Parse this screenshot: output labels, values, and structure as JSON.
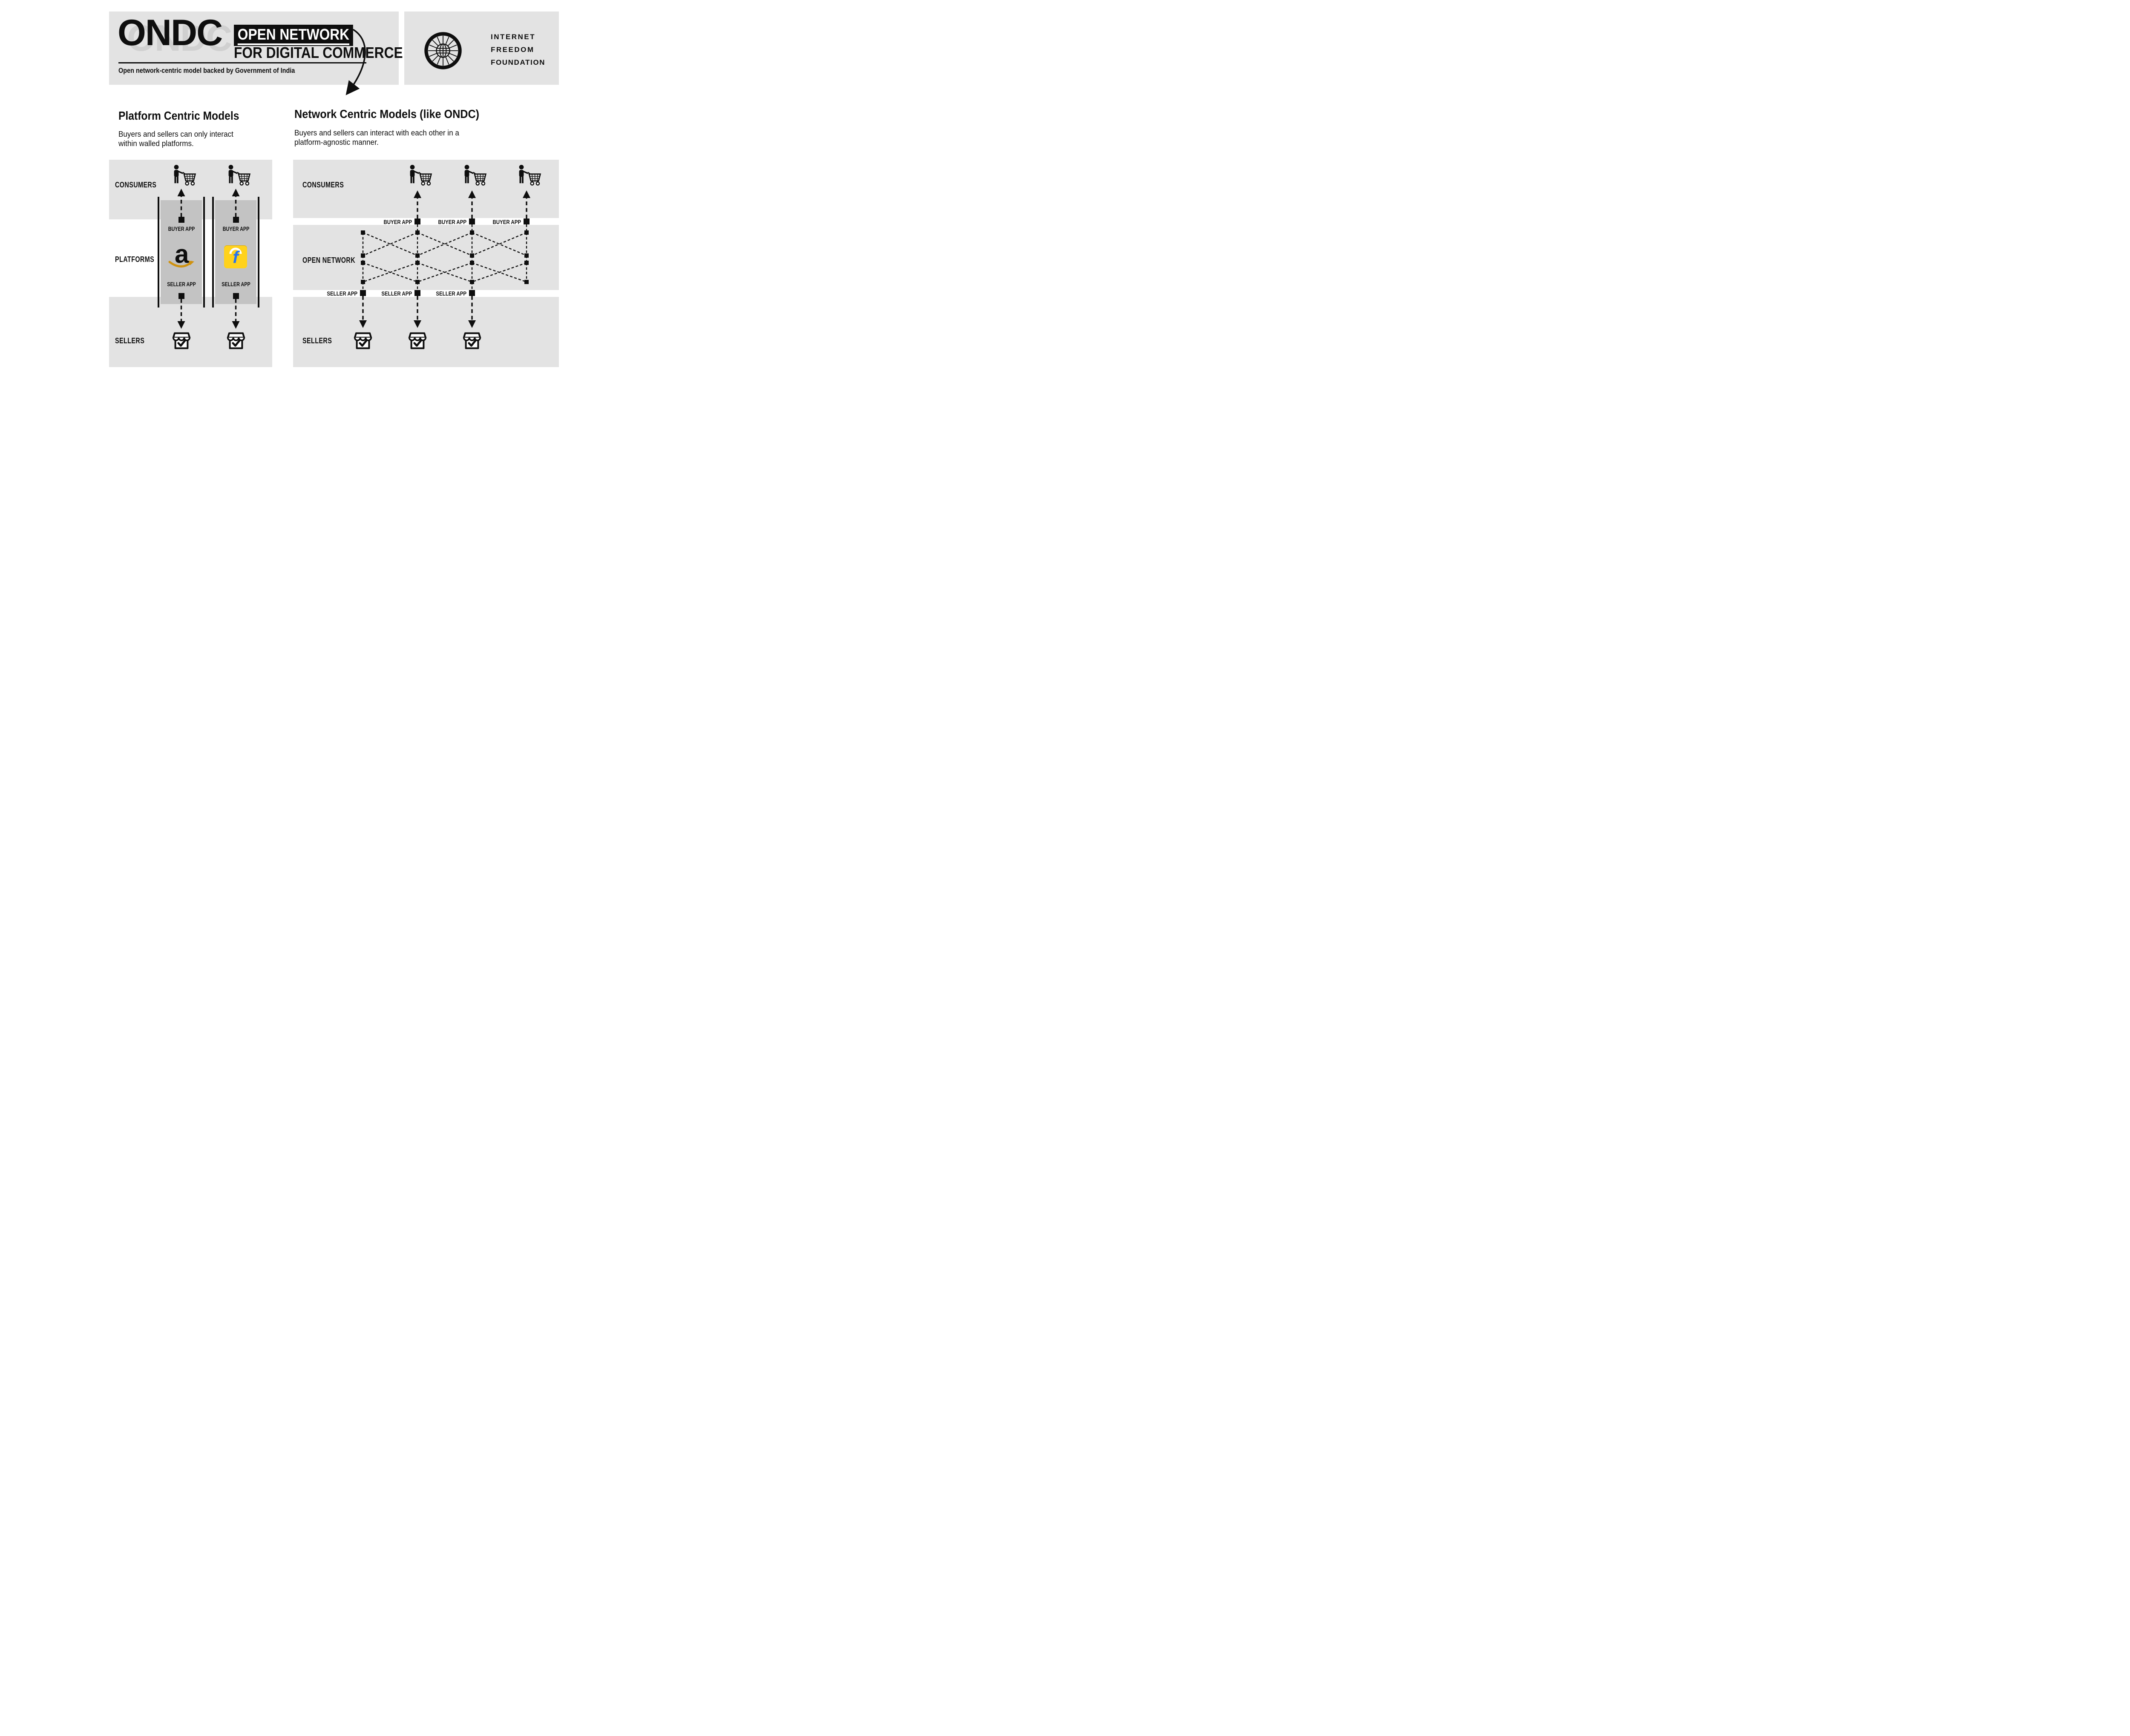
{
  "header": {
    "brand": "ONDC",
    "title_line1": "OPEN NETWORK",
    "title_line2": "FOR DIGITAL COMMERCE",
    "tagline": "Open network-centric model backed by Government of India",
    "logo": {
      "icon": "chakra-globe-wheel-icon",
      "line1": "INTERNET",
      "line2": "FREEDOM",
      "line3": "FOUNDATION"
    }
  },
  "left_model": {
    "title": "Platform Centric Models",
    "subtitle": "Buyers and sellers can only interact within walled platforms.",
    "row_labels": {
      "consumers": "CONSUMERS",
      "platforms": "PLATFORMS",
      "sellers": "SELLERS"
    },
    "columns": [
      {
        "platform": "Amazon",
        "logo_icon": "amazon-logo",
        "buyer_app_label": "BUYER APP",
        "seller_app_label": "SELLER APP"
      },
      {
        "platform": "Flipkart",
        "logo_icon": "flipkart-logo",
        "buyer_app_label": "BUYER APP",
        "seller_app_label": "SELLER APP"
      }
    ],
    "consumer_count": 2,
    "seller_count": 2
  },
  "right_model": {
    "title": "Network Centric Models (like ONDC)",
    "subtitle": "Buyers and sellers can interact with each other in a platform-agnostic manner.",
    "row_labels": {
      "consumers": "CONSUMERS",
      "network": "OPEN NETWORK",
      "sellers": "SELLERS"
    },
    "buyer_apps": [
      "BUYER APP",
      "BUYER APP",
      "BUYER APP"
    ],
    "seller_apps": [
      "SELLER APP",
      "SELLER APP",
      "SELLER APP"
    ],
    "consumer_count": 3,
    "seller_count": 3,
    "network_node_columns": 4,
    "network_node_rows": 4
  },
  "colors": {
    "band_gray": "#e3e3e3",
    "column_gray": "#c3c3c3",
    "ink": "#0e0e0e",
    "amazon_smile": "#cf9210",
    "flipkart_yellow": "#ffd21c",
    "flipkart_blue": "#2874f0"
  }
}
